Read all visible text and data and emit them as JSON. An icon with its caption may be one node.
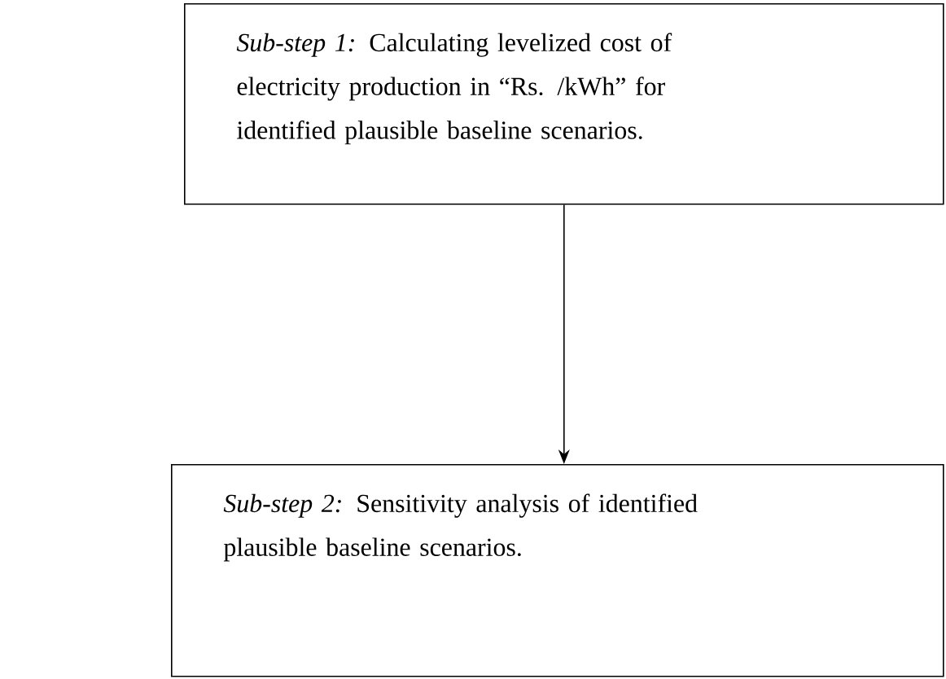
{
  "diagram": {
    "nodes": [
      {
        "text": [
          "*Sub-step 1:* Calculating levelized cost of electricity production in “Rs. /kWh” for identified plausible baseline scenarios."
        ]
      },
      {
        "text": [
          "*Sub-step 2:* Sensitivity analysis of identified plausible baseline scenarios."
        ]
      }
    ],
    "edges": [
      {
        "from": 0,
        "to": 1,
        "arrow": "to"
      }
    ]
  }
}
